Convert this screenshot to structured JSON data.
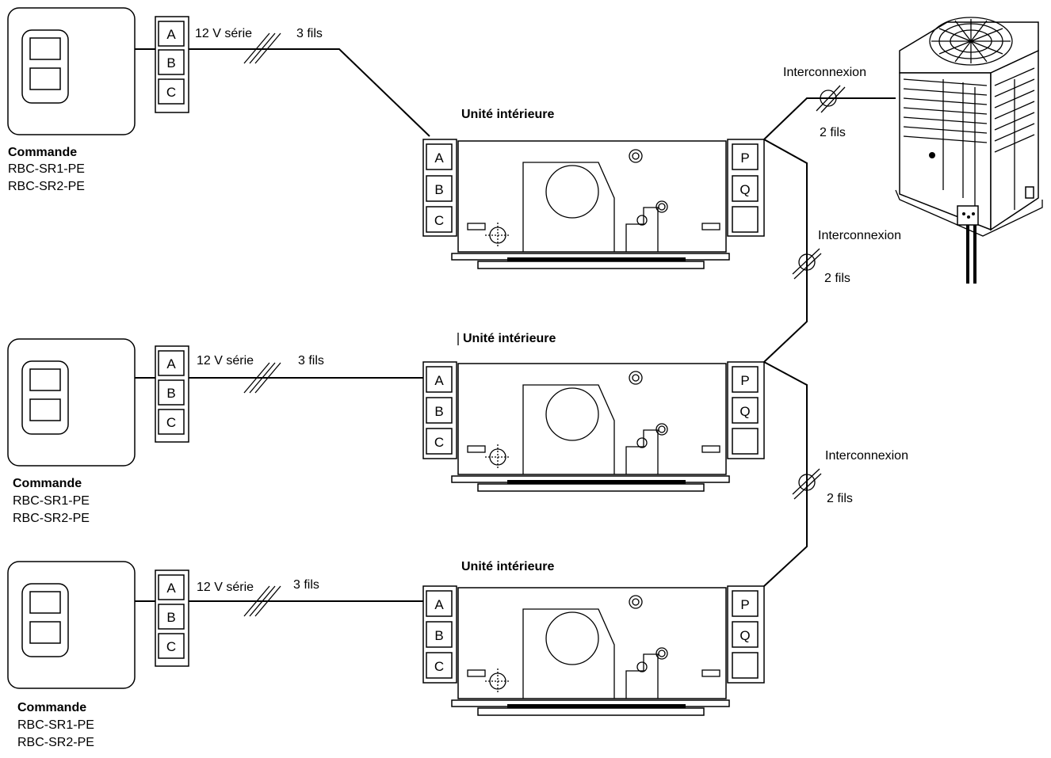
{
  "controllers": [
    {
      "title": "Commande",
      "models": [
        "RBC-SR1-PE",
        "RBC-SR2-PE"
      ],
      "terminals": [
        "A",
        "B",
        "C"
      ],
      "voltage": "12 V série",
      "wires": "3 fils"
    },
    {
      "title": "Commande",
      "models": [
        "RBC-SR1-PE",
        "RBC-SR2-PE"
      ],
      "terminals": [
        "A",
        "B",
        "C"
      ],
      "voltage": "12 V série",
      "wires": "3 fils"
    },
    {
      "title": "Commande",
      "models": [
        "RBC-SR1-PE",
        "RBC-SR2-PE"
      ],
      "terminals": [
        "A",
        "B",
        "C"
      ],
      "voltage": "12 V série",
      "wires": "3 fils"
    }
  ],
  "indoor_units": [
    {
      "title": "Unité intérieure",
      "left_terminals": [
        "A",
        "B",
        "C"
      ],
      "right_terminals": [
        "P",
        "Q",
        ""
      ]
    },
    {
      "title": "Unité intérieure",
      "left_terminals": [
        "A",
        "B",
        "C"
      ],
      "right_terminals": [
        "P",
        "Q",
        ""
      ]
    },
    {
      "title": "Unité intérieure",
      "left_terminals": [
        "A",
        "B",
        "C"
      ],
      "right_terminals": [
        "P",
        "Q",
        ""
      ]
    }
  ],
  "interconnections": [
    {
      "label": "Interconnexion",
      "wires": "2 fils"
    },
    {
      "label": "Interconnexion",
      "wires": "2 fils"
    },
    {
      "label": "Interconnexion",
      "wires": "2 fils"
    }
  ],
  "outdoor_unit": {
    "icon": "outdoor-unit-icon"
  }
}
